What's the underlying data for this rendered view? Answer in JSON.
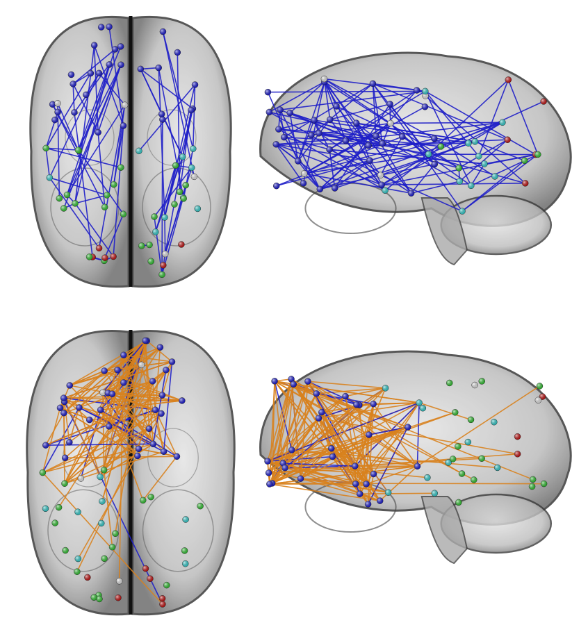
{
  "figure": {
    "panels": [
      {
        "id": "top-axial",
        "view": "axial",
        "dominant_edge_color": "blue"
      },
      {
        "id": "top-sagittal",
        "view": "sagittal",
        "dominant_edge_color": "blue"
      },
      {
        "id": "bottom-axial",
        "view": "axial",
        "dominant_edge_color": "orange"
      },
      {
        "id": "bottom-sagittal",
        "view": "sagittal",
        "dominant_edge_color": "orange"
      }
    ],
    "colors": {
      "background": "#ffffff",
      "brain_fill": "#b8b8b8",
      "brain_outline": "#3a3a3a",
      "edge_blue": "#1f1fc8",
      "edge_orange": "#d9821e",
      "node_blue": "#1a1adc",
      "node_cyan": "#33d6d6",
      "node_green": "#33cc33",
      "node_red": "#cc1111",
      "node_white": "#eeeeee"
    }
  }
}
